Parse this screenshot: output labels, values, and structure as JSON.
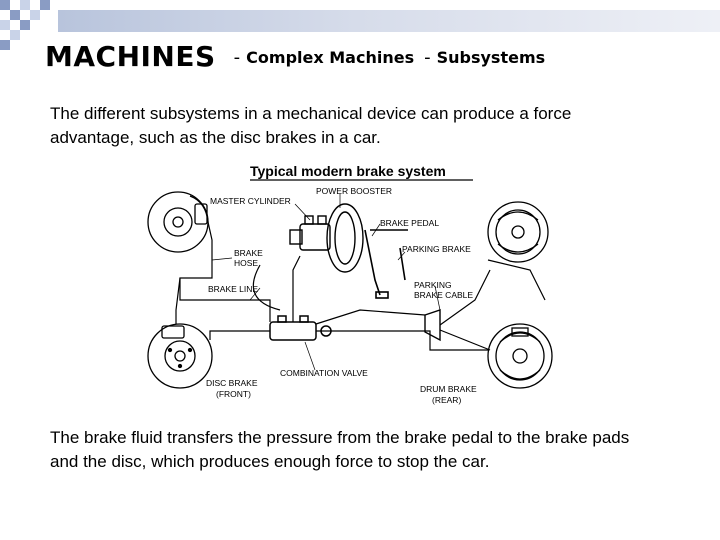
{
  "header": {
    "title": "MACHINES",
    "separator": "-",
    "section": "Complex Machines",
    "subsection": "Subsystems"
  },
  "body": {
    "intro_line1": "The different subsystems in a mechanical device can produce a force",
    "intro_line2": "advantage, such as the disc brakes in a car.",
    "summary_line1": "The brake fluid transfers the pressure from the brake pedal to the brake pads",
    "summary_line2": "and the disc, which produces enough force to stop the car."
  },
  "diagram": {
    "title": "Typical modern brake system",
    "labels": {
      "master_cylinder": "MASTER CYLINDER",
      "power_booster": "POWER BOOSTER",
      "brake_pedal": "BRAKE PEDAL",
      "brake_hose_1": "BRAKE",
      "brake_hose_2": "HOSE",
      "parking_brake": "PARKING BRAKE",
      "brake_line": "BRAKE LINE",
      "parking_cable_1": "PARKING",
      "parking_cable_2": "BRAKE CABLE",
      "combination_valve": "COMBINATION VALVE",
      "disc_brake_1": "DISC BRAKE",
      "disc_brake_2": "(FRONT)",
      "drum_brake_1": "DRUM BRAKE",
      "drum_brake_2": "(REAR)"
    }
  },
  "colors": {
    "topbar_start": "#b8c4dc",
    "checker_dark": "#8a9cc4",
    "checker_light": "#c9d3e8"
  }
}
